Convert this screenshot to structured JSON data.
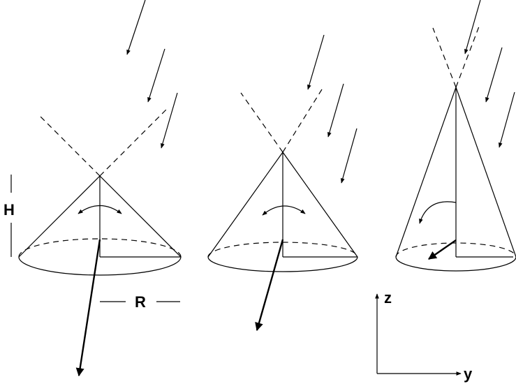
{
  "labels": {
    "height": "H",
    "radius": "R",
    "z_axis": "z",
    "y_axis": "y"
  },
  "colors": {
    "ink": "#000000",
    "background": "#ffffff"
  },
  "cones": [
    {
      "id": "cone-1",
      "description_shape": "wide"
    },
    {
      "id": "cone-2",
      "description_shape": "medium"
    },
    {
      "id": "cone-3",
      "description_shape": "narrow"
    }
  ]
}
